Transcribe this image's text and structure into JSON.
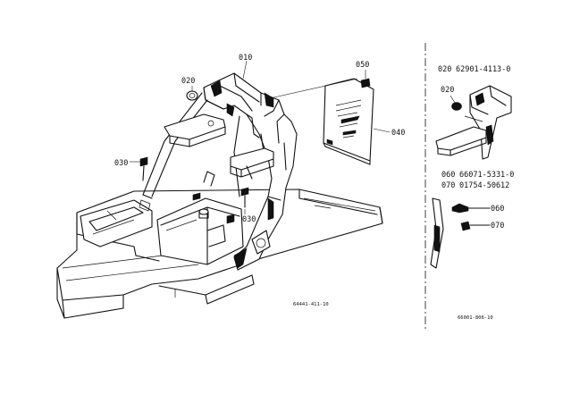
{
  "main_view": {
    "callouts": {
      "c010": "010",
      "c020": "020",
      "c030_left": "030",
      "c030_center": "030",
      "c040": "040",
      "c050": "050"
    },
    "drawing_ref": "64441-411-10"
  },
  "detail_view": {
    "parts": [
      {
        "code": "020",
        "number": "62901-4113-0"
      },
      {
        "code": "060",
        "number": "66071-5331-0"
      },
      {
        "code": "070",
        "number": "01754-50612"
      }
    ],
    "callouts": {
      "c020": "020",
      "c060": "060",
      "c070": "070"
    },
    "drawing_ref": "66001-806-10"
  }
}
